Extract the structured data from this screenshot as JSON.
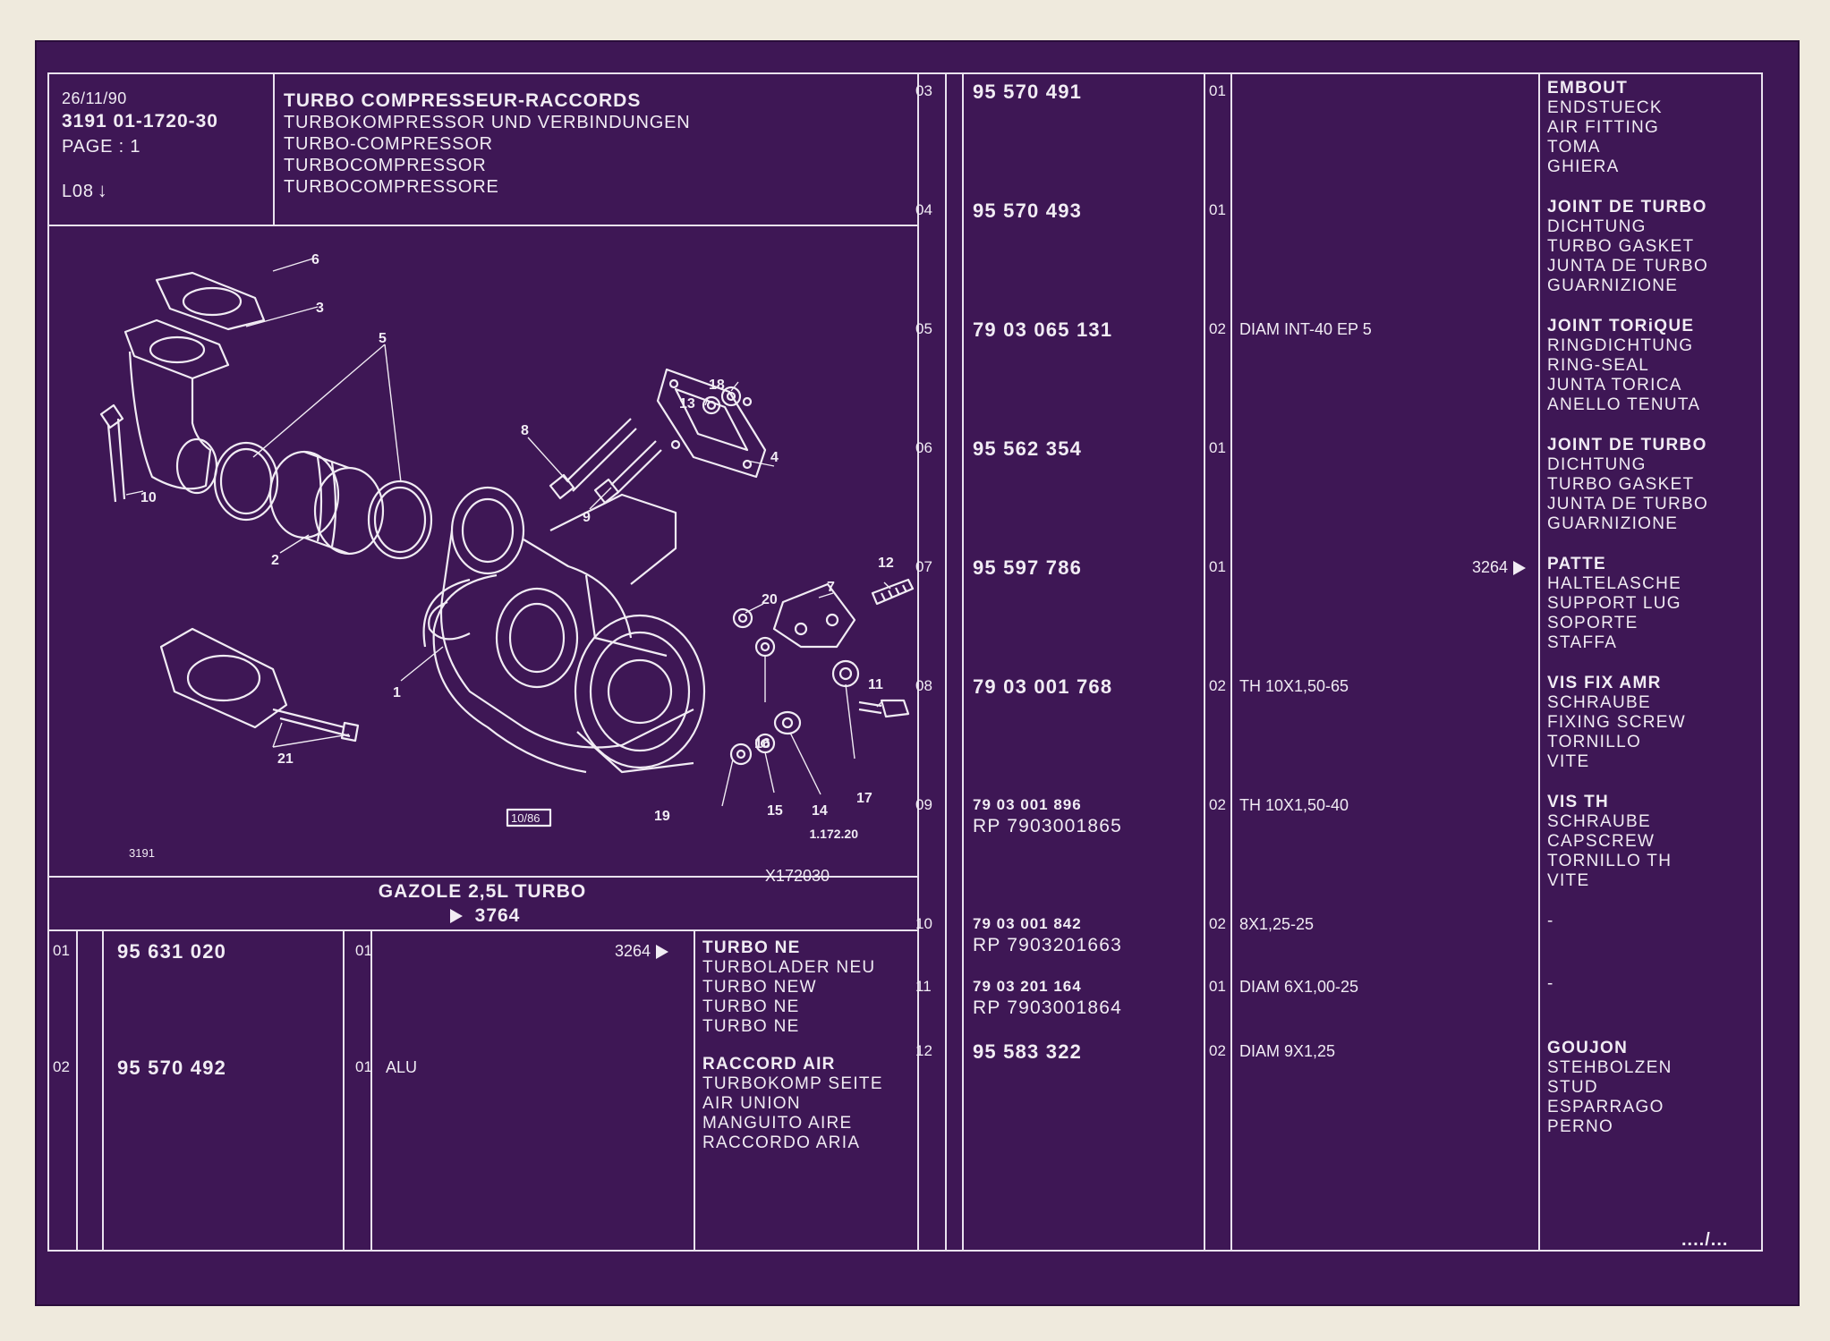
{
  "header": {
    "date": "26/11/90",
    "ref": "3191  01-1720-30",
    "page": "PAGE : 1",
    "code": "L08",
    "titles": [
      "TURBO COMPRESSEUR-RACCORDS",
      "TURBOKOMPRESSOR UND VERBINDUNGEN",
      "TURBO-COMPRESSOR",
      "TURBOCOMPRESSOR",
      "TURBOCOMPRESSORE"
    ]
  },
  "diagram": {
    "callouts": [
      "1",
      "2",
      "3",
      "4",
      "5",
      "6",
      "7",
      "8",
      "9",
      "10",
      "11",
      "12",
      "13",
      "14",
      "15",
      "16",
      "17",
      "18",
      "19",
      "20",
      "21"
    ],
    "code_left": "3191",
    "stamp": "10/86",
    "ref": "1.172.20",
    "drawing_id": "X172030"
  },
  "engine": {
    "name": "GAZOLE 2,5L TURBO",
    "ref": "3764"
  },
  "parts": [
    {
      "item": "01",
      "pn": "95 631 020",
      "rp": "",
      "qty": "01",
      "spec": "",
      "ref": "3264",
      "desc": [
        "TURBO NE",
        "TURBOLADER NEU",
        "TURBO NEW",
        "TURBO NE",
        "TURBO NE"
      ]
    },
    {
      "item": "02",
      "pn": "95 570 492",
      "rp": "",
      "qty": "01",
      "spec": "ALU",
      "ref": "",
      "desc": [
        "RACCORD AIR",
        "TURBOKOMP SEITE",
        "AIR UNION",
        "MANGUITO AIRE",
        "RACCORDO ARIA"
      ]
    },
    {
      "item": "03",
      "pn": "95 570 491",
      "rp": "",
      "qty": "01",
      "spec": "",
      "ref": "",
      "desc": [
        "EMBOUT",
        "ENDSTUECK",
        "AIR FITTING",
        "TOMA",
        "GHIERA"
      ]
    },
    {
      "item": "04",
      "pn": "95 570 493",
      "rp": "",
      "qty": "01",
      "spec": "",
      "ref": "",
      "desc": [
        "JOINT DE TURBO",
        "DICHTUNG",
        "TURBO GASKET",
        "JUNTA DE TURBO",
        "GUARNIZIONE"
      ]
    },
    {
      "item": "05",
      "pn": "79 03 065 131",
      "rp": "",
      "qty": "02",
      "spec": "DIAM INT-40 EP 5",
      "ref": "",
      "desc": [
        "JOINT TORiQUE",
        "RINGDICHTUNG",
        "RING-SEAL",
        "JUNTA TORICA",
        "ANELLO TENUTA"
      ]
    },
    {
      "item": "06",
      "pn": "95 562 354",
      "rp": "",
      "qty": "01",
      "spec": "",
      "ref": "",
      "desc": [
        "JOINT DE TURBO",
        "DICHTUNG",
        "TURBO GASKET",
        "JUNTA DE TURBO",
        "GUARNIZIONE"
      ]
    },
    {
      "item": "07",
      "pn": "95 597 786",
      "rp": "",
      "qty": "01",
      "spec": "",
      "ref": "3264",
      "desc": [
        "PATTE",
        "HALTELASCHE",
        "SUPPORT LUG",
        "SOPORTE",
        "STAFFA"
      ]
    },
    {
      "item": "08",
      "pn": "79 03 001 768",
      "rp": "",
      "qty": "02",
      "spec": "TH 10X1,50-65",
      "ref": "",
      "desc": [
        "VIS FIX AMR",
        "SCHRAUBE",
        "FIXING SCREW",
        "TORNILLO",
        "VITE"
      ]
    },
    {
      "item": "09",
      "pn": "79 03 001 896",
      "rp": "RP  7903001865",
      "qty": "02",
      "spec": "TH 10X1,50-40",
      "ref": "",
      "desc": [
        "VIS TH",
        "SCHRAUBE",
        "CAPSCREW",
        "TORNILLO TH",
        "VITE"
      ]
    },
    {
      "item": "10",
      "pn": "79 03 001 842",
      "rp": "RP  7903201663",
      "qty": "02",
      "spec": "8X1,25-25",
      "ref": "",
      "desc": [
        "-"
      ]
    },
    {
      "item": "11",
      "pn": "79 03 201 164",
      "rp": "RP  7903001864",
      "qty": "01",
      "spec": "DIAM 6X1,00-25",
      "ref": "",
      "desc": [
        "-"
      ]
    },
    {
      "item": "12",
      "pn": "95 583 322",
      "rp": "",
      "qty": "02",
      "spec": "DIAM 9X1,25",
      "ref": "",
      "desc": [
        "GOUJON",
        "STEHBOLZEN",
        "STUD",
        "ESPARRAGO",
        "PERNO"
      ]
    }
  ],
  "continued": "..../..."
}
